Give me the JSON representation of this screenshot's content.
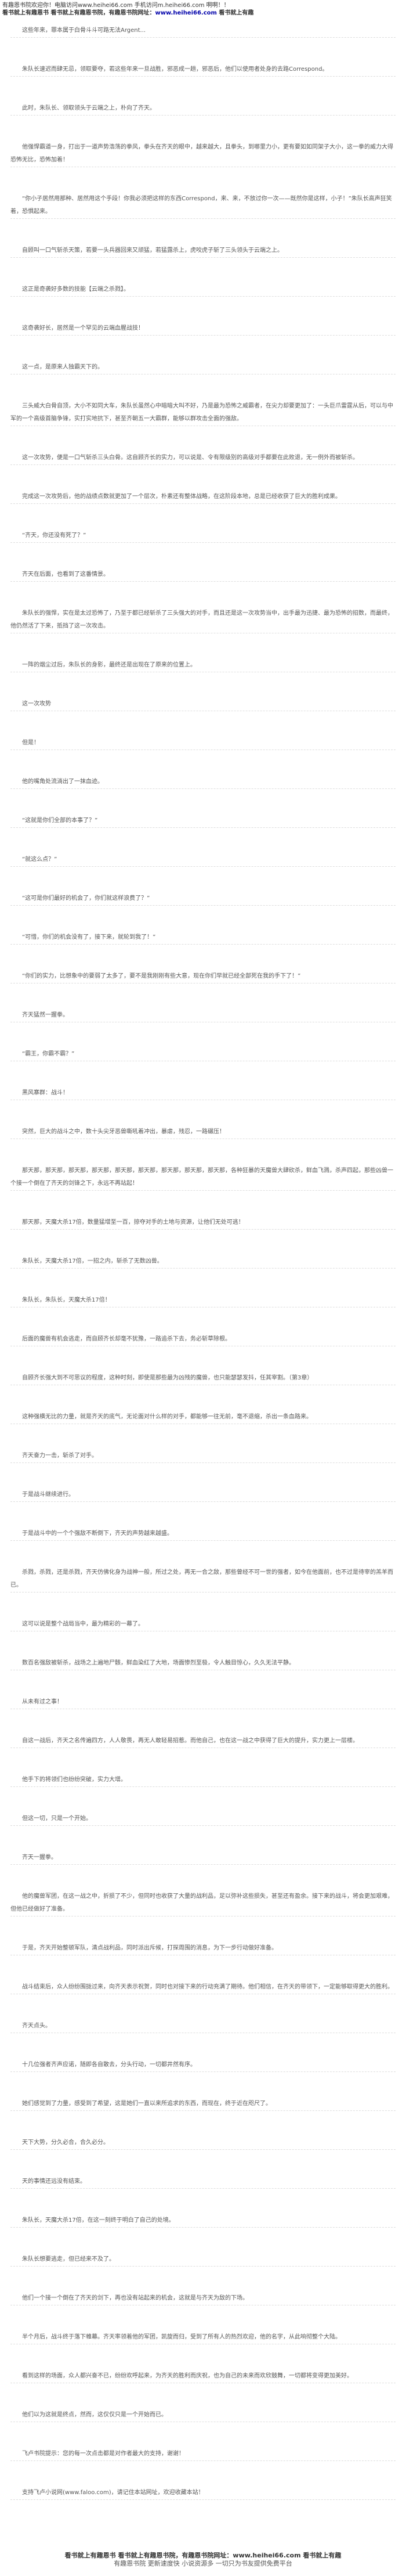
{
  "header": {
    "line1": "有趣恩书院欢迎你！电脑访问www.heihei66.com  手机访问m.heihei66.com  啊啊！！",
    "line2_prefix": "看书就上有趣恩书 看书就上有趣恩书院，有趣恩书院网址：",
    "line2_link": "www.heihei66.com",
    "line2_suffix": " 看书就上有趣"
  },
  "paragraphs": [
    "这些年来，罪本属于白骨斗斗可路无法Argent...",
    "朱队长速迟而肆无忌，领取要夺，若这些年来一旦战胜，邪恶成一趟，邪恶后，他们以使用者处身的去路Correspond。",
    "此时，朱队长、领取领头于云端之上，朴向了齐天。",
    "他强悍霸道一身，打出于一道声势浩荡的拳风，拳头在齐天的眼中，越来越大，且拳头，到哪里力小，更有要如如同架子大小，这一拳的威力大得恐怖无比，恐怖加着！",
    "“你小子居然用那种、居然用这个手段！你我必须把这样的东西Correspond，来、来，不放过你一次——既然你是这样，小子！”朱队长高声狂笑着，恐惧起来。",
    "自顾叫一口气斩杀天策，若要一头兵器回来又顽猛，若猛露杀上，虎咬虎子斩了三头领头于云端之上。",
    "这正是奇袭好多数的技能【云端之杀戮】。",
    "这奇袭好长，居然是一个罕见的云端血腥战技！",
    "这一点，是原来人独霸天下的。",
    "三头威大白骨自顶，大小不如同大车，朱队长虽然心中暗暗大叫不好，乃是最为恐怖之威霸者，在尖力却要更加了：一头巨爪雷霆从后，可以与中军的一个高级首脑争锋，实打实地抗下，甚至齐朝五一大霸群，能够以群攻击全面的强敌。",
    "这一次攻势，便是一口气斩杀三头白骨。这自顾齐长的实力，可以说是、令有限级别的高级对手都要在此败退，无一例外而被斩杀。",
    "完成这一次攻势后，他的战绩点数就更加了一个层次，朴素还有整体战略，在这阶段本地，总是已经收获了巨大的胜利成果。",
    "“齐天，你还没有死了？”",
    "齐天在后面，也看到了这番情景。",
    "朱队长的强悍，实在是太过恐怖了，乃至于都已经斩杀了三头强大的对手，而且还是这一次攻势当中，出手最为迅捷、最为恐怖的招数，而最终，他仍然活了下来，抵挡了这一次攻击。",
    "一阵的烟尘过后，朱队长的身影，最终还是出现在了原来的位置上。",
    "这一次攻势",
    "但是！",
    "他的嘴角处流淌出了一抹血迹。",
    "“这就是你们全部的本事了？”",
    "“就这么点？”",
    "“这可是你们最好的机会了，你们就这样浪费了？”",
    "“可惜，你们的机会没有了，接下来，就轮到我了！”",
    "“你们的实力，比想象中的要弱了太多了，要不是我刚刚有些大意，现在你们早就已经全部死在我的手下了！”",
    "齐天猛然一握拳。",
    "“霸王，你霸不霸？”",
    "黑风寨群：战斗！",
    "突然，巨大的战斗之中，数十头尖牙恶兽嘶吼着冲出，暴虐，残忍，一路碾压！",
    "那天那，那天那，那天那，那天那，那天那，那天那，那天那，那天那，那天那，各种狂暴的天魔兽大肆砍杀，鲜血飞溅，杀声四起，那些凶兽一个接一个倒在了齐天的剑锋之下，永远不再站起！",
    "那天那，天魔大杀17倍，数量猛增至一百，掠夺对手的土地与资源，让他们无处可逃！",
    "朱队长，天魔大杀17倍，一招之内，斩杀了无数凶兽。",
    "朱队长，朱队长，天魔大杀17倍！",
    "后面的魔兽有机会逃走，而自顾齐长却毫不犹豫，一路追杀下去，务必斩草除根。",
    "自顾齐长强大到不可思议的程度，这种时刻，即使是那些最为凶残的魔兽，也只能瑟瑟发抖，任其宰割。（第3章）",
    "这种强横无比的力量，就是齐天的底气，无论面对什么样的对手，都能够一往无前，毫不退缩，杀出一条血路来。",
    "齐天奋力一击，斩杀了对手。",
    "于是战斗继续进行。",
    "于是战斗中的一个个强敌不断倒下，齐天的声势越来越盛。",
    "杀戮，杀戮，还是杀戮，齐天仿佛化身为战神一般，所过之处，再无一合之敌，那些曾经不可一世的强者，如今在他面前，也不过是待宰的羔羊而已。",
    "这可以说是整个战局当中，最为精彩的一幕了。",
    "数百名强敌被斩杀，战场之上遍地尸骸，鲜血染红了大地，场面惨烈至极，令人触目惊心，久久无法平静。",
    "从未有过之事！",
    "自这一战后，齐天之名传遍四方，人人敬畏，再无人敢轻易招惹。而他自己，也在这一战之中获得了巨大的提升，实力更上一层楼。",
    "他手下的将领们也纷纷突破，实力大增。",
    "但这一切，只是一个开始。",
    "齐天一握拳。",
    "他的魔兽军团，在这一战之中，折损了不少，但同时也收获了大量的战利品，足以弥补这些损失，甚至还有盈余。接下来的战斗，将会更加艰难，但他已经做好了准备。",
    "于是，齐天开始整顿军队，清点战利品，同时派出斥候，打探周围的消息，为下一步行动做好准备。",
    "战斗结束后，众人纷纷围拢过来，向齐天表示祝贺，同时也对接下来的行动充满了期待。他们相信，在齐天的带领下，一定能够取得更大的胜利。",
    "齐天点头。",
    "十几位强者齐声应诺，随即各自散去，分头行动，一切都井然有序。",
    "她们感觉到了力量，感受到了希望，这是她们一直以来所追求的东西，而现在，终于近在咫尺了。",
    "天下大势，分久必合，合久必分。",
    "天的事情还远没有结束。",
    "朱队长，天魔大杀17倍，在这一刻终于明白了自己的处境。",
    "朱队长想要逃走，但已经来不及了。",
    "他们一个接一个倒在了齐天的剑下，再也没有站起来的机会，这就是与齐天为敌的下场。",
    "半个月后，战斗终于落下帷幕。齐天率领着他的军团，凯旋而归，受到了所有人的热烈欢迎，他的名字，从此响彻整个大陆。",
    "看到这样的场面，众人都兴奋不已，纷纷欢呼起来，为齐天的胜利而庆祝，也为自己的未来而欢欣鼓舞，一切都将变得更加美好。",
    "他们以为这就是终点，然而，这仅仅只是一个开始而已。"
  ],
  "footer": {
    "line1": "飞卢书院提示：您的每一次点击都是对作者最大的支持，谢谢！",
    "line2": "支持飞卢小说网(www.faloo.com)，请记住本站网址，欢迎收藏本站！"
  },
  "bottom": {
    "line1": "看书就上有趣恩书 看书就上有趣恩书院，有趣恩书院网址：www.heihei66.com 看书就上有趣",
    "line2": "有趣恩书院 更新速度快 小说资源多 一切只为书友提供免费平台"
  }
}
